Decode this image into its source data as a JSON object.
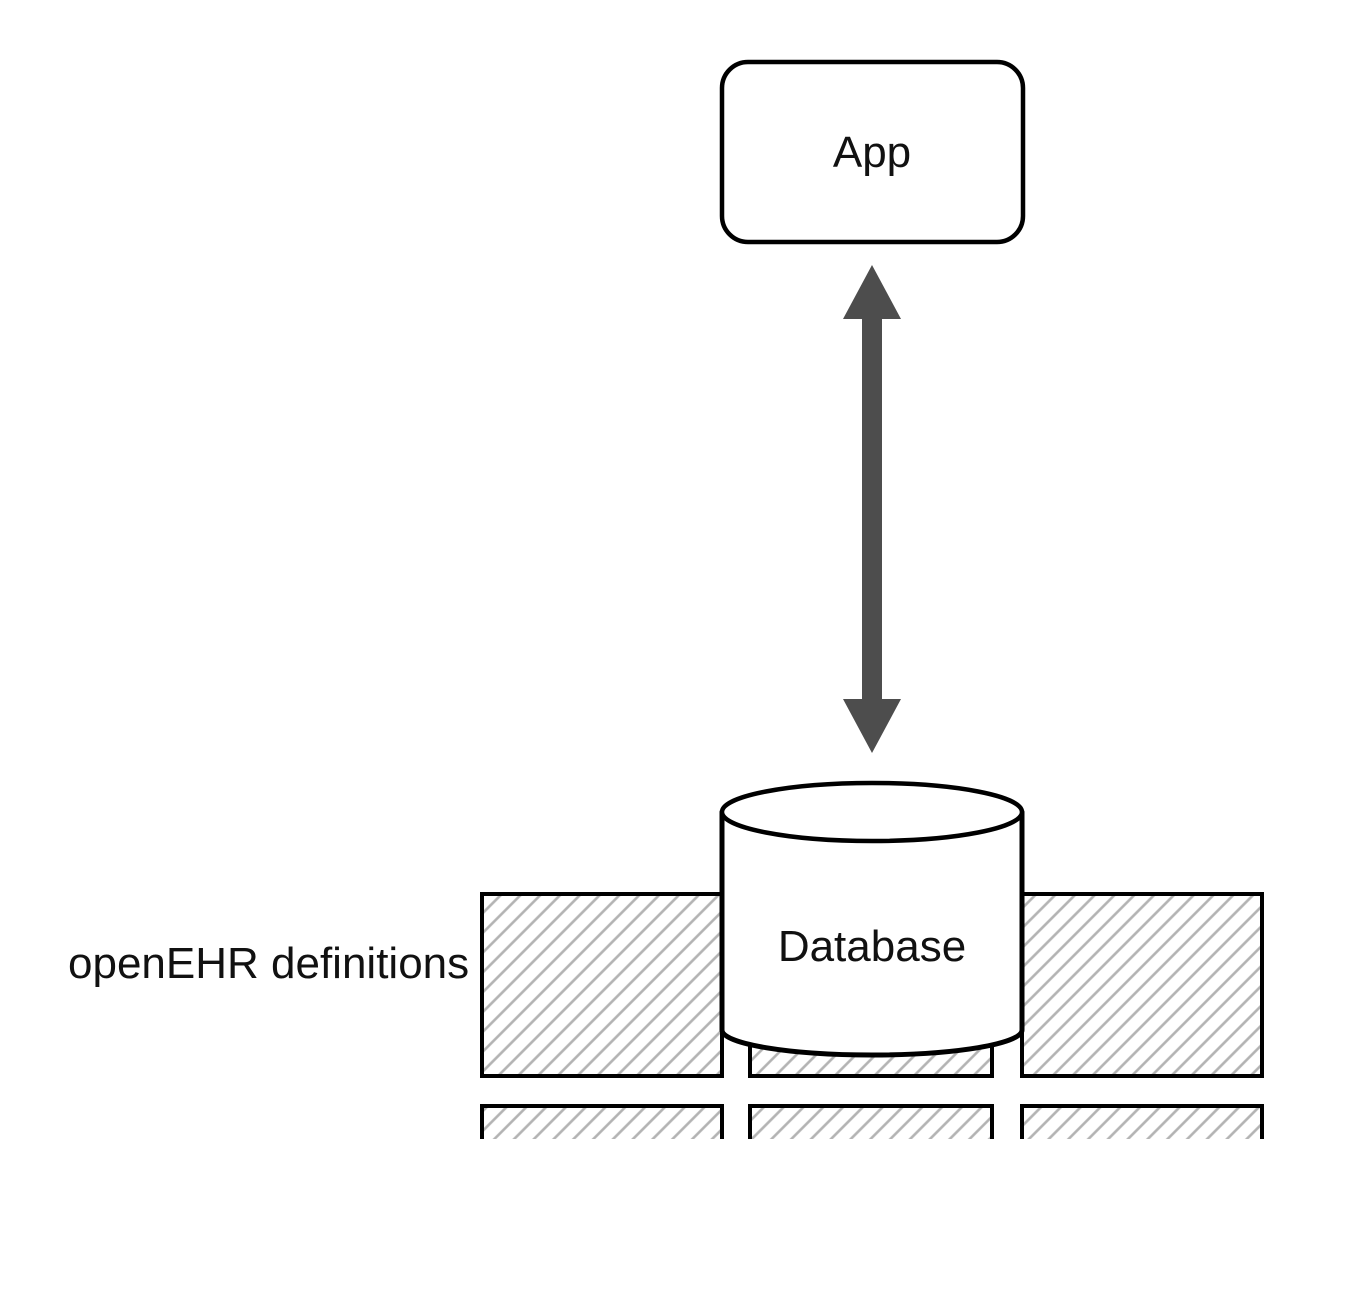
{
  "diagram": {
    "nodes": {
      "app": {
        "label": "App",
        "shape": "rounded-rectangle"
      },
      "database": {
        "label": "Database",
        "shape": "database-cylinder"
      }
    },
    "connector": {
      "type": "bidirectional-vertical-arrow",
      "connects": [
        "App",
        "Database"
      ]
    },
    "annotations": {
      "openehr_definitions": "openEHR definitions"
    },
    "hatched_blocks": {
      "rows": 2,
      "blocks_per_row": 3,
      "pattern": "diagonal-hatch"
    },
    "colors": {
      "background": "#ffffff",
      "stroke": "#000000",
      "arrow": "#4d4d4d",
      "hatch_line": "#b3b3b3",
      "text": "#111111"
    }
  }
}
